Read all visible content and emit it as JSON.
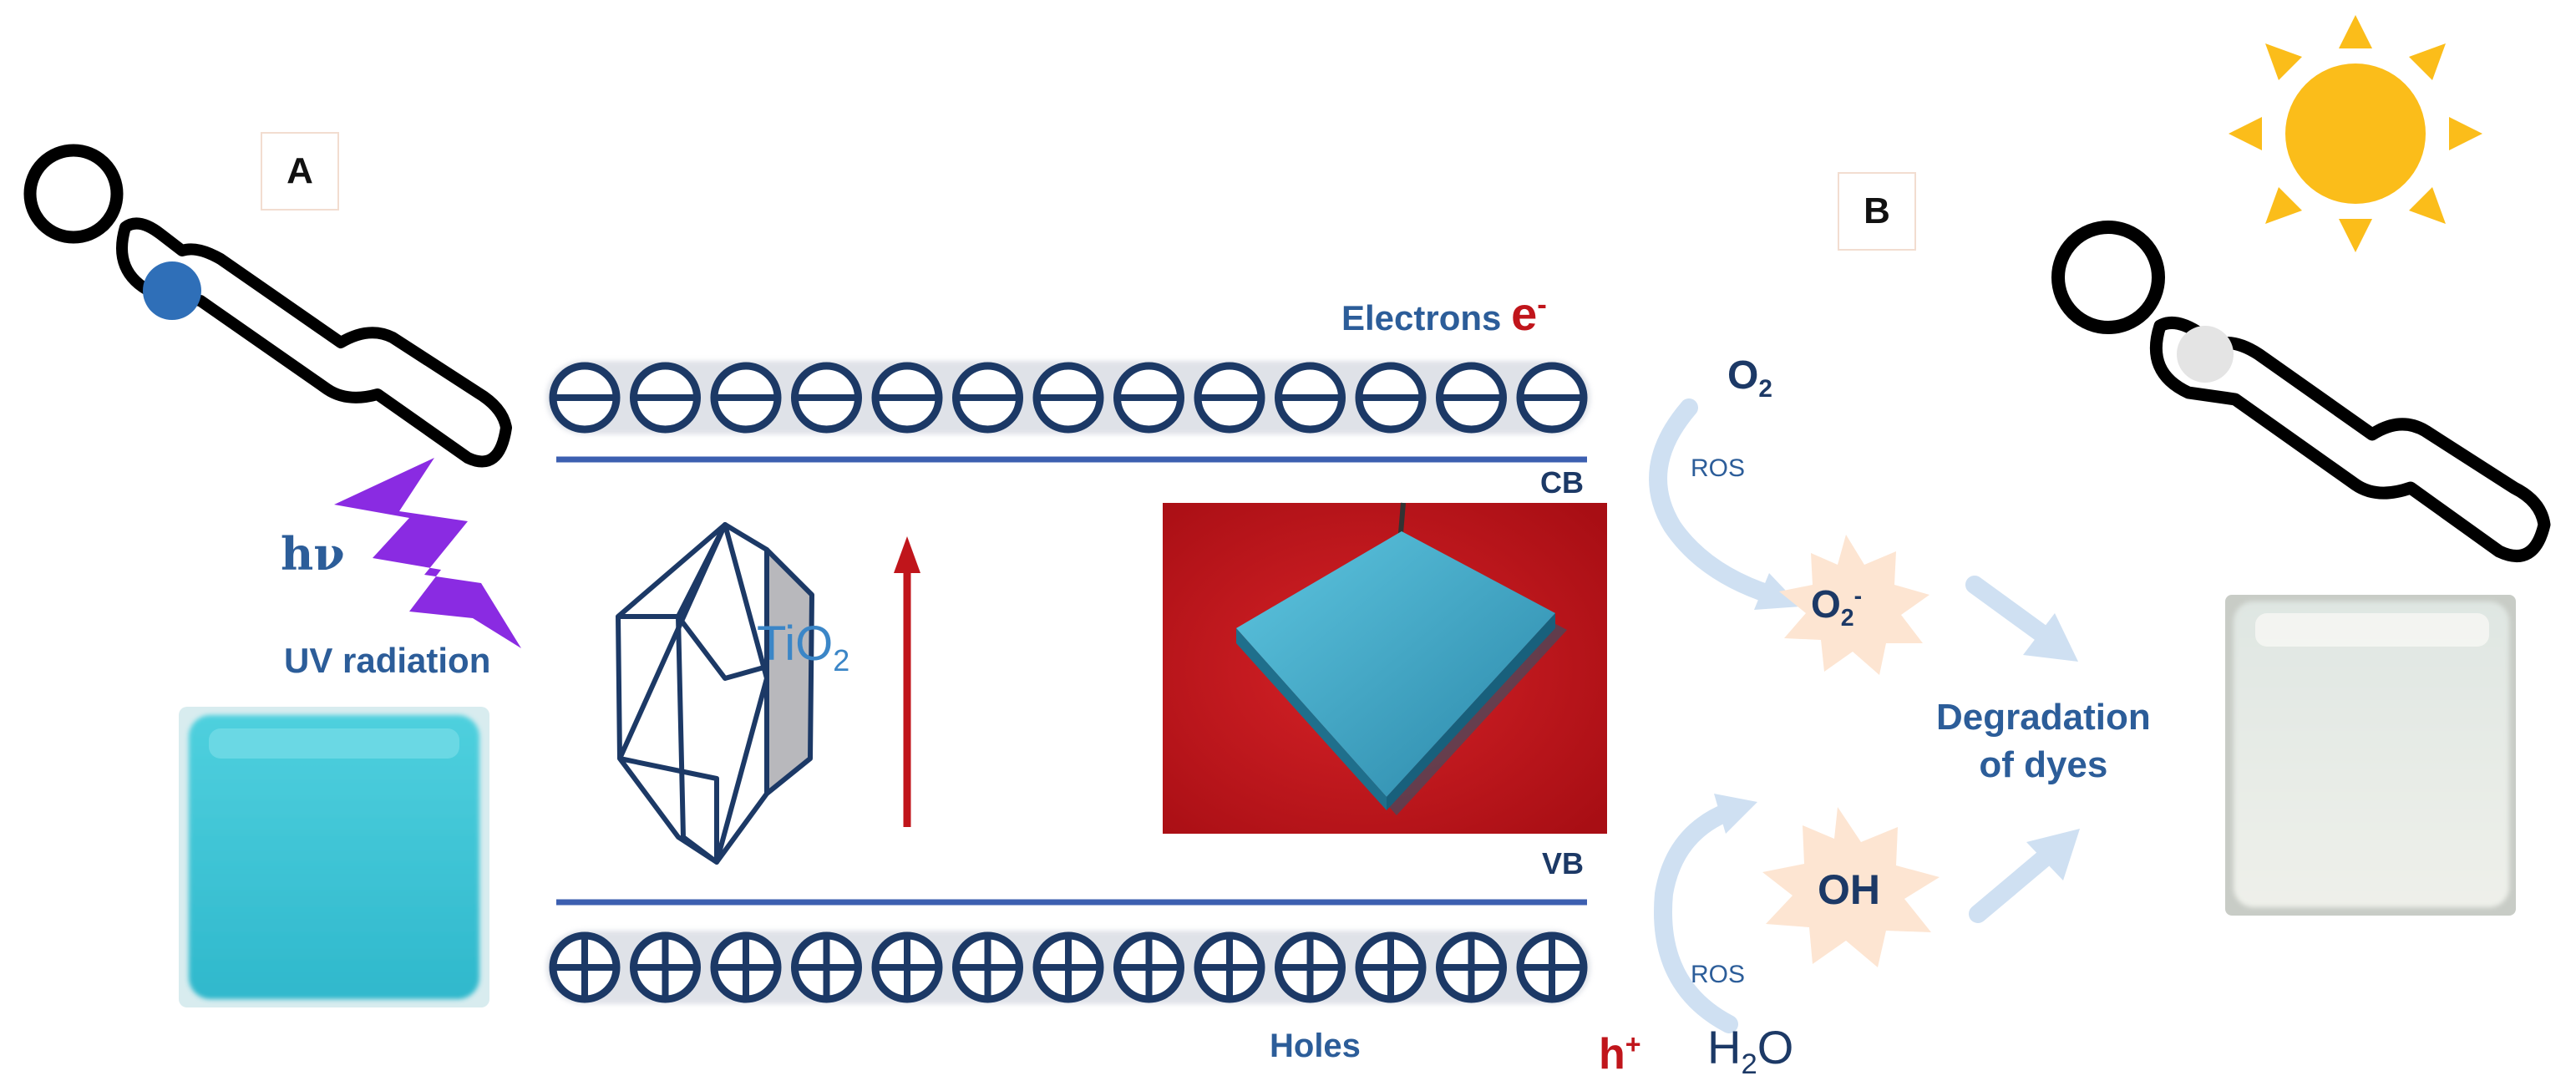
{
  "panel_a_label": "A",
  "panel_b_label": "B",
  "electrons": {
    "text": "Electrons",
    "symbol": "e",
    "charge": "-"
  },
  "holes_label": "Holes",
  "cb_label": "CB",
  "vb_label": "VB",
  "hv_label": "hν",
  "uv_label": "UV radiation",
  "tio2": {
    "base": "TiO",
    "sub": "2"
  },
  "o2": {
    "base": "O",
    "sub": "2"
  },
  "o2_radical": {
    "base": "O",
    "sub": "2",
    "sup": "-"
  },
  "oh_label": "OH",
  "h2o": {
    "base": "H",
    "sub": "2",
    "tail": "O"
  },
  "h_plus": {
    "base": "h",
    "sup": "+"
  },
  "ros_top": "ROS",
  "ros_bottom": "ROS",
  "degradation": {
    "line1": "Degradation",
    "line2": "of dyes"
  },
  "colors": {
    "band_navy": "#1c3966",
    "band_line": "#3c5fb0",
    "label_blue": "#2c5d99",
    "tio2_blue": "#3b86c7",
    "red": "#c0151b",
    "lightning": "#8a2be2",
    "sun": "#fbbd1a",
    "pale_arrow": "#cfe0f2",
    "starburst": "#fde5d2",
    "gel_blue": "#35c0d2",
    "gel_white": "#e6eae4",
    "photo_red": "#c8181c",
    "arm_dot_blue": "#2f6fb8",
    "arm_dot_white": "#e4e4e4"
  }
}
